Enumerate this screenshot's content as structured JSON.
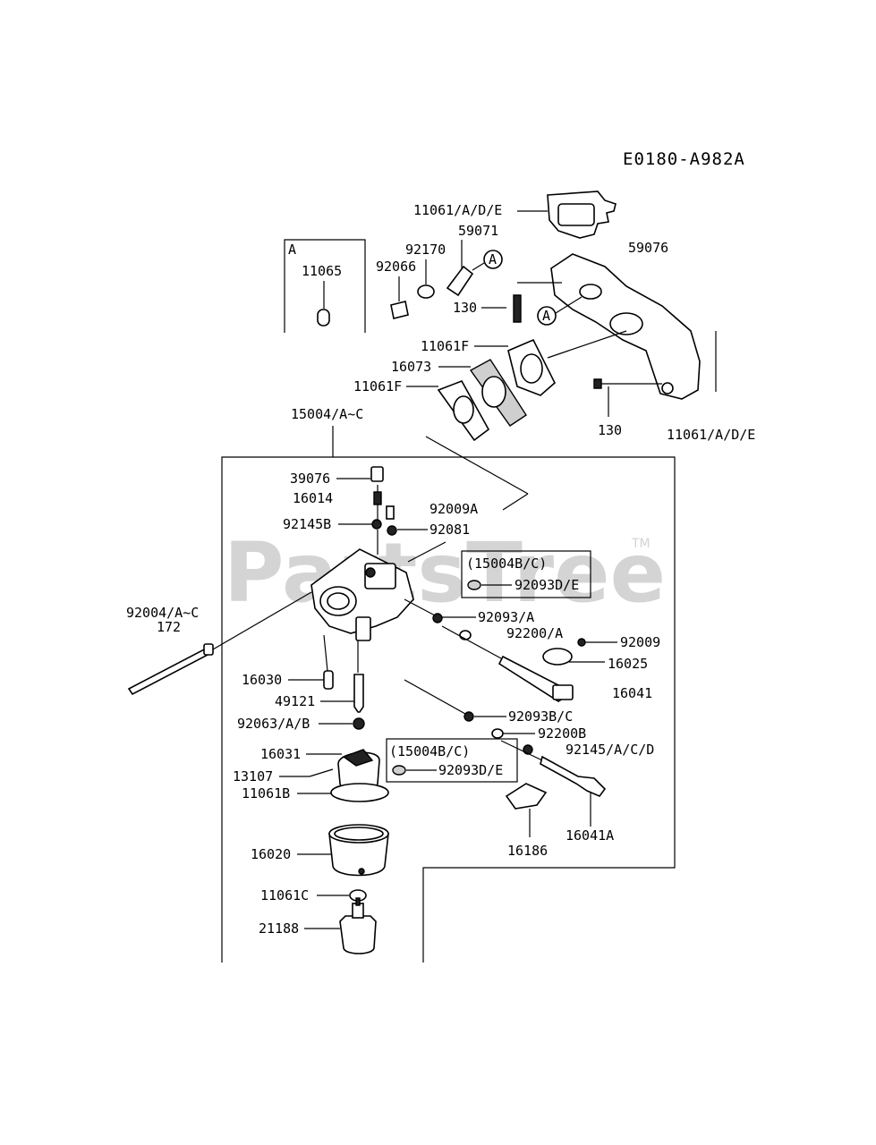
{
  "diagram_code": "E0180-A982A",
  "watermark": {
    "text": "PartsTree",
    "tm": "TM"
  },
  "inset_box_label": "A",
  "callout_a": "A",
  "labels": {
    "p11061ade_top": "11061/A/D/E",
    "p59071": "59071",
    "p92170": "92170",
    "p92066": "92066",
    "p11065": "11065",
    "p59076": "59076",
    "p130_top": "130",
    "p11061f_a": "11061F",
    "p16073": "16073",
    "p11061f_b": "11061F",
    "p130_bottom": "130",
    "p11061ade_right": "11061/A/D/E",
    "p15004": "15004/A~C",
    "p39076": "39076",
    "p16014": "16014",
    "p92009a": "92009A",
    "p92145b": "92145B",
    "p92081": "92081",
    "sub1_title": "(15004B/C)",
    "sub1_part": "92093D/E",
    "p92004": "92004/A~C",
    "p172": "172",
    "p92093a": "92093/A",
    "p92200a": "92200/A",
    "p92009": "92009",
    "p16025": "16025",
    "p16041": "16041",
    "p16030": "16030",
    "p49121": "49121",
    "p92063": "92063/A/B",
    "p92093bc": "92093B/C",
    "p92200b": "92200B",
    "p92145acd": "92145/A/C/D",
    "p16031": "16031",
    "sub2_title": "(15004B/C)",
    "sub2_part": "92093D/E",
    "p13107": "13107",
    "p11061b": "11061B",
    "p16020": "16020",
    "p16186": "16186",
    "p16041a": "16041A",
    "p11061c": "11061C",
    "p21188": "21188"
  }
}
